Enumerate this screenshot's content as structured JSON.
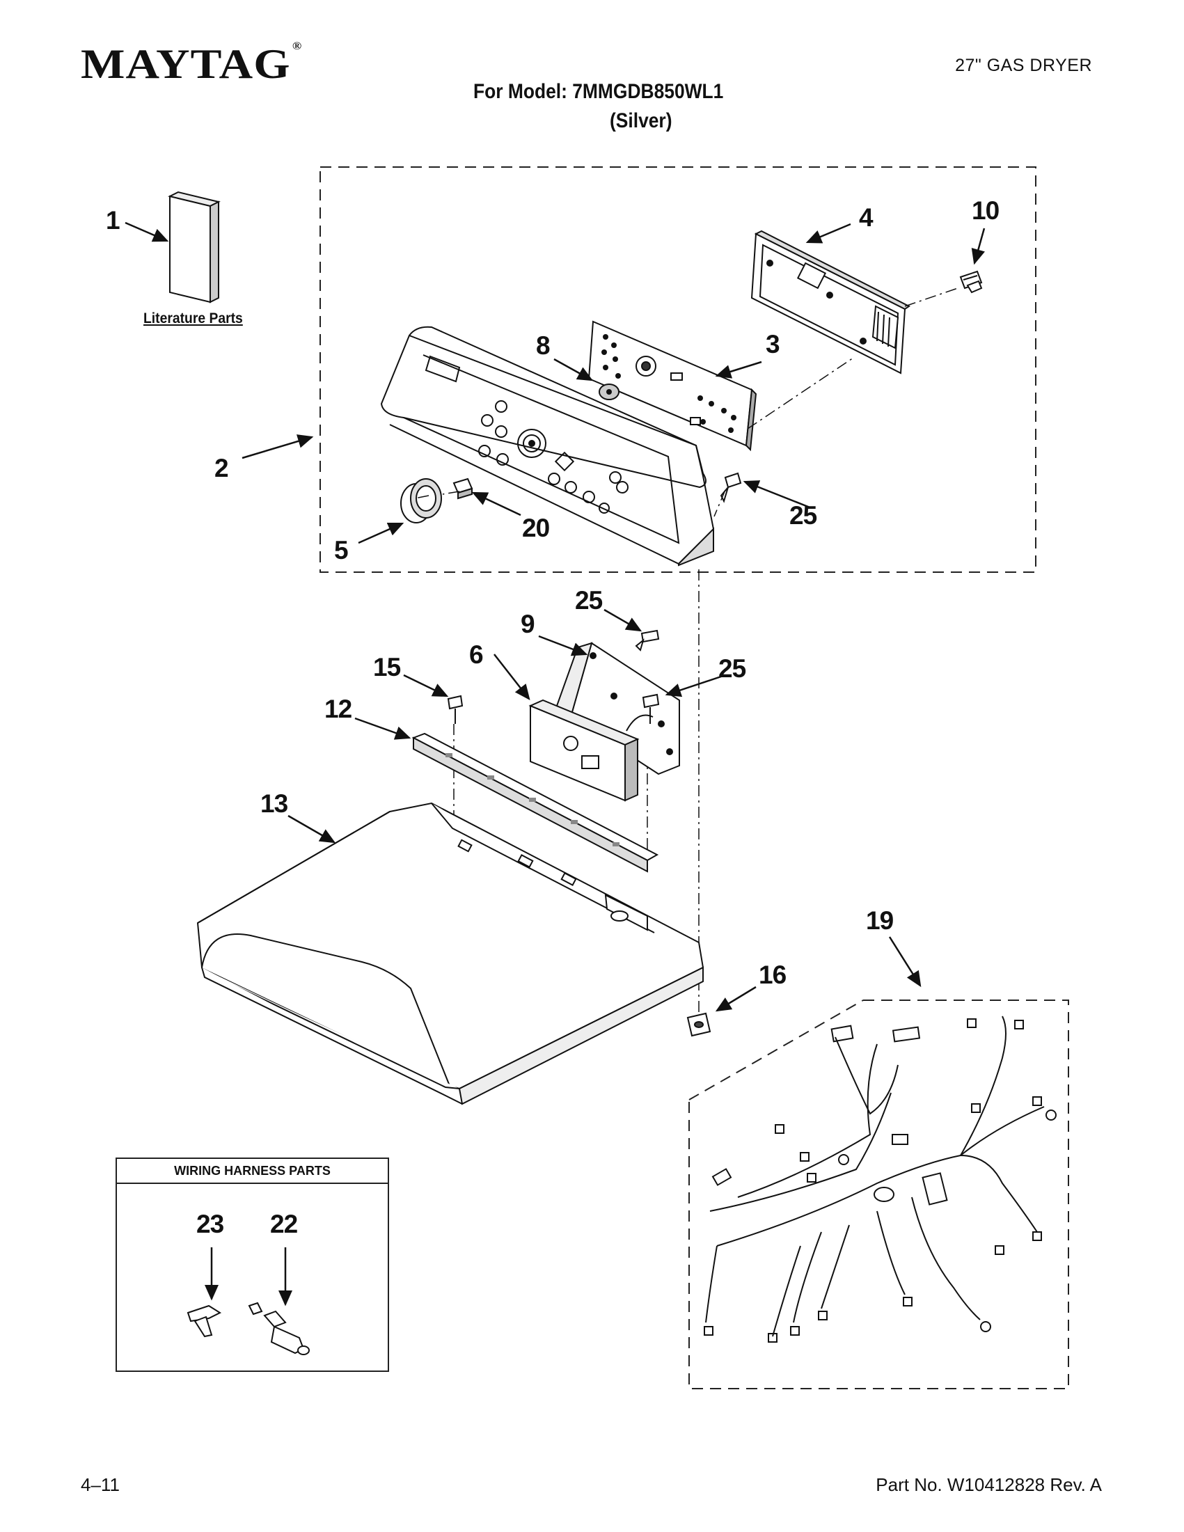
{
  "header": {
    "brand": "MAYTAG",
    "brand_mark": "®",
    "product": "27\" GAS DRYER",
    "model_line": "For Model: 7MMGDB850WL1",
    "color_line": "(Silver)"
  },
  "literature": {
    "label": "Literature Parts"
  },
  "callouts": {
    "c1": "1",
    "c2": "2",
    "c3": "3",
    "c4": "4",
    "c5": "5",
    "c6": "6",
    "c8": "8",
    "c9": "9",
    "c10": "10",
    "c12": "12",
    "c13": "13",
    "c15": "15",
    "c16": "16",
    "c19": "19",
    "c20": "20",
    "c22": "22",
    "c23": "23",
    "c25a": "25",
    "c25b": "25",
    "c25c": "25"
  },
  "wiring_harness": {
    "title": "WIRING HARNESS PARTS"
  },
  "footer": {
    "page": "4–11",
    "part_number": "Part No. W10412828 Rev. A"
  },
  "icons": [
    "literature-booklet-icon",
    "control-console-icon",
    "control-board-icon",
    "mounting-bracket-icon",
    "dryer-top-icon",
    "wire-harness-icon"
  ]
}
